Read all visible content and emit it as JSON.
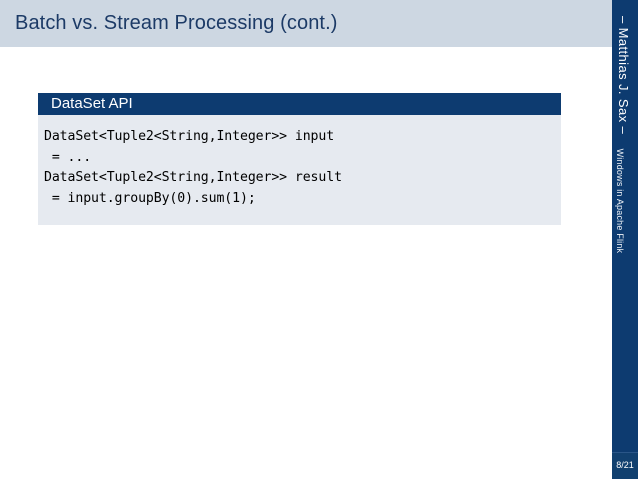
{
  "slide": {
    "title": "Batch vs. Stream Processing (cont.)",
    "accent_navy": "#0d3b70",
    "title_bar_bg": "#cdd7e2",
    "block_body_bg": "#e6eaf0",
    "title_text_color": "#1c3a66"
  },
  "block": {
    "title": "DataSet API",
    "code_lines": [
      "DataSet<Tuple2<String,Integer>> input",
      " = ...",
      "DataSet<Tuple2<String,Integer>> result",
      " = input.groupBy(0).sum(1);"
    ],
    "code_text": "DataSet<Tuple2<String,Integer>> input\n = ...\nDataSet<Tuple2<String,Integer>> result\n = input.groupBy(0).sum(1);"
  },
  "sidebar": {
    "author": "– Matthias J. Sax –",
    "subtitle": "Windows in Apache Flink",
    "page_number": "8/21"
  }
}
